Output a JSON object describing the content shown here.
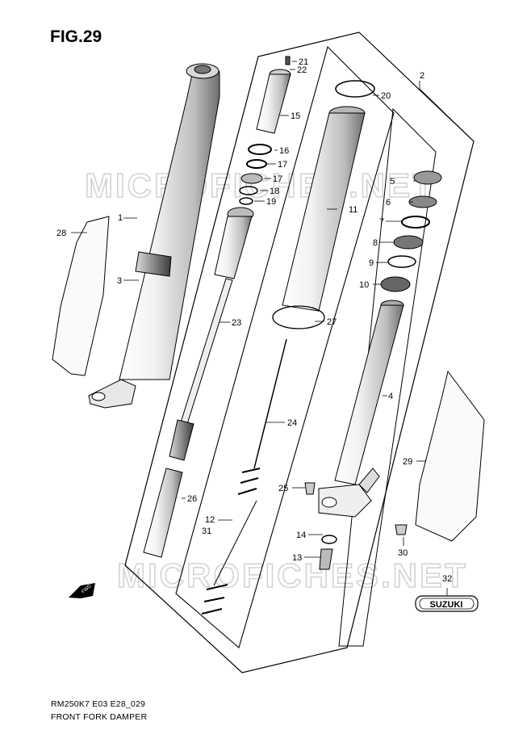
{
  "figure": {
    "title": "FIG.29",
    "code": "RM250K7 E03 E28_029",
    "name": "FRONT FORK DAMPER"
  },
  "watermark": "MICROFICHES.NET",
  "direction_label": "FWD",
  "brand_emblem": "SUZUKI",
  "callouts": [
    {
      "id": "c1",
      "label": "1"
    },
    {
      "id": "c2",
      "label": "2"
    },
    {
      "id": "c3",
      "label": "3"
    },
    {
      "id": "c4",
      "label": "4"
    },
    {
      "id": "c5",
      "label": "5"
    },
    {
      "id": "c6",
      "label": "6"
    },
    {
      "id": "c7",
      "label": "7"
    },
    {
      "id": "c8",
      "label": "8"
    },
    {
      "id": "c9",
      "label": "9"
    },
    {
      "id": "c10",
      "label": "10"
    },
    {
      "id": "c11",
      "label": "11"
    },
    {
      "id": "c12",
      "label": "12"
    },
    {
      "id": "c13",
      "label": "13"
    },
    {
      "id": "c14",
      "label": "14"
    },
    {
      "id": "c15",
      "label": "15"
    },
    {
      "id": "c16",
      "label": "16"
    },
    {
      "id": "c17a",
      "label": "17"
    },
    {
      "id": "c17b",
      "label": "17"
    },
    {
      "id": "c18",
      "label": "18"
    },
    {
      "id": "c19",
      "label": "19"
    },
    {
      "id": "c20",
      "label": "20"
    },
    {
      "id": "c21",
      "label": "21"
    },
    {
      "id": "c22",
      "label": "22"
    },
    {
      "id": "c23",
      "label": "23"
    },
    {
      "id": "c24",
      "label": "24"
    },
    {
      "id": "c25",
      "label": "25"
    },
    {
      "id": "c26",
      "label": "26"
    },
    {
      "id": "c27",
      "label": "27"
    },
    {
      "id": "c28",
      "label": "28"
    },
    {
      "id": "c29",
      "label": "29"
    },
    {
      "id": "c30",
      "label": "30"
    },
    {
      "id": "c31",
      "label": "31"
    },
    {
      "id": "c32",
      "label": "32"
    }
  ]
}
